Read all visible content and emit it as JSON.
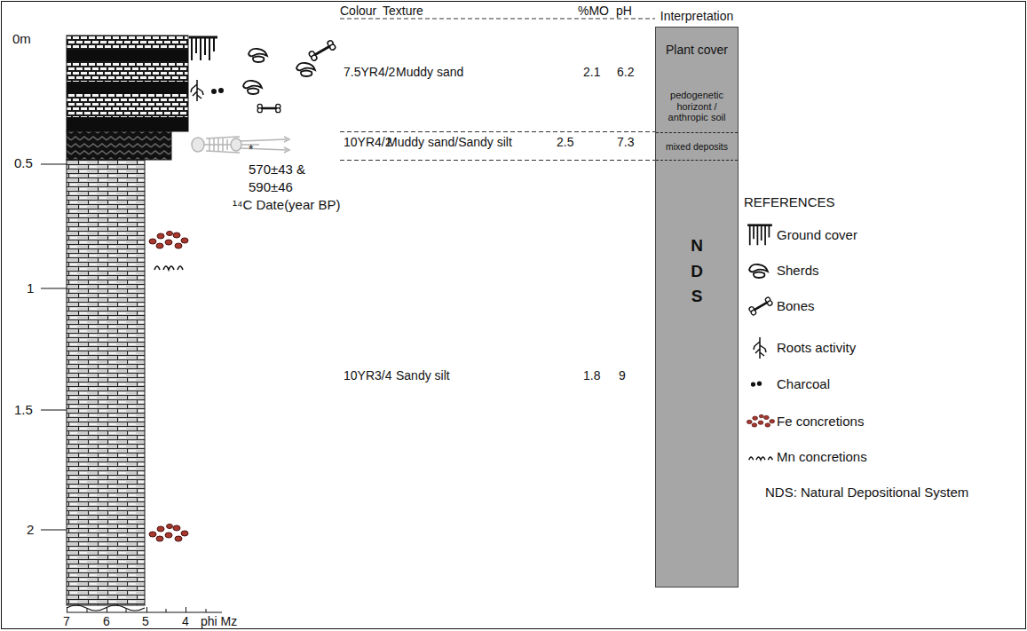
{
  "diagram": {
    "nodes": [
      {
        "text": [
          "Interpretation"
        ]
      },
      {
        "text": [
          "Plant cover"
        ],
        "in": 0
      },
      {
        "text": [
          "pedogenetic horizont / anthropic soil"
        ],
        "in": 0
      },
      {
        "text": [
          "mixed deposits"
        ],
        "in": 0
      },
      {
        "text": [
          "N D S"
        ],
        "in": 0
      }
    ],
    "labels": [
      "0m",
      "0.5",
      "1",
      "1.5",
      "2",
      "7",
      "6",
      "5",
      "4",
      "phi Mz",
      "*",
      "570±43 &",
      "590±46",
      "¹⁴C Date(year BP)",
      "Colour",
      "Texture",
      "%MO",
      "pH",
      "7.5YR4/2",
      "Muddy sand",
      "2.1",
      "6.2",
      "10YR4/2",
      "Muddy sand/Sandy silt",
      "2.5",
      "7.3",
      "10YR3/4",
      "Sandy silt",
      "1.8",
      "9",
      "REFERENCES"
    ],
    "legend": [
      {
        "text": "Ground cover"
      },
      {
        "text": "Sherds"
      },
      {
        "text": "Bones"
      },
      {
        "text": "Roots activity"
      },
      {
        "text": "Charcoal"
      },
      {
        "text": "Fe concretions"
      },
      {
        "text": "Mn concretions"
      },
      {
        "text": "NDS: Natural Depositional System"
      }
    ]
  }
}
